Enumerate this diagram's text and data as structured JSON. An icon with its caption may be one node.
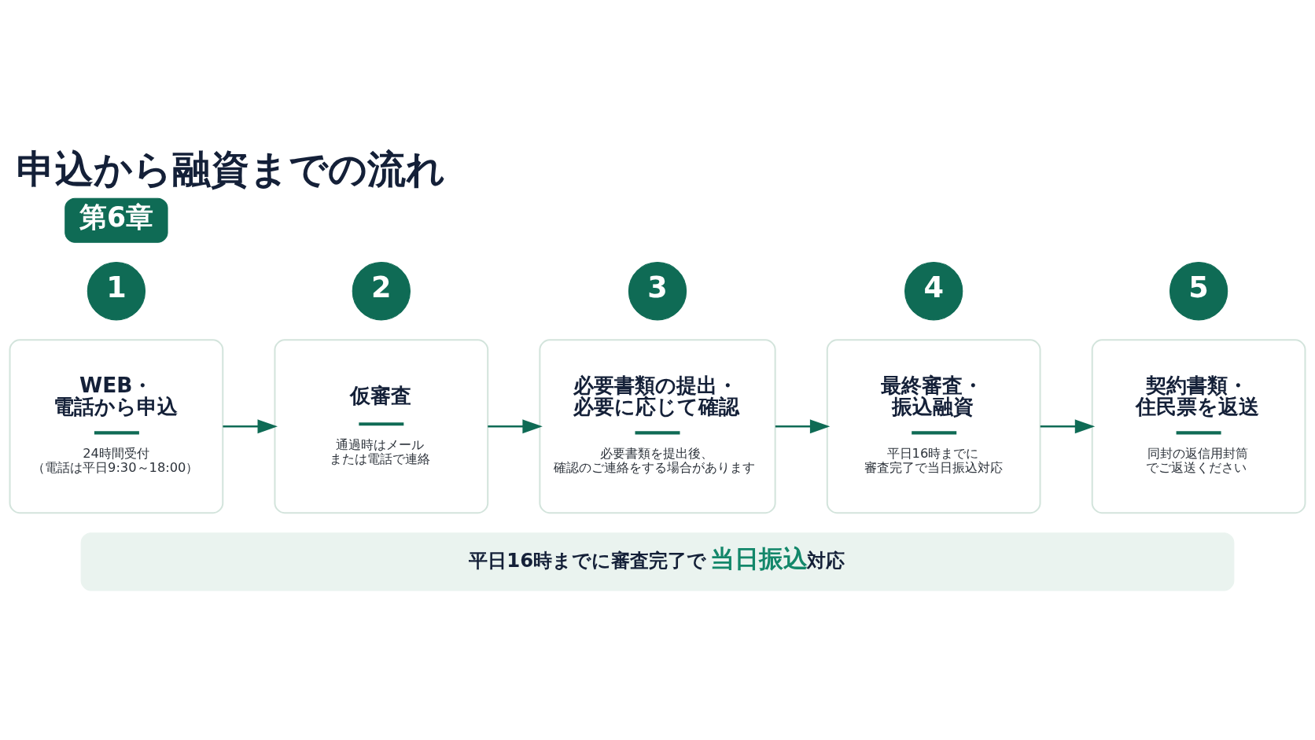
{
  "diagram": {
    "title": "申込から融資までの流れ",
    "nodes": [
      {
        "text": [
          "第6章"
        ]
      },
      {
        "text": [
          "1"
        ]
      },
      {
        "text": [
          "WEB・電話から申込",
          "24時間受付（電話は平日9:30～18:00）"
        ]
      },
      {
        "text": [
          "2"
        ]
      },
      {
        "text": [
          "仮審査",
          "通過時はメールまたは電話で連絡"
        ]
      },
      {
        "text": [
          "3"
        ]
      },
      {
        "text": [
          "必要書類の提出・必要に応じて確認",
          "必要書類を提出後、確認のご連絡をする場合があります"
        ]
      },
      {
        "text": [
          "4"
        ]
      },
      {
        "text": [
          "最終審査・振込融資",
          "平日16時までに審査完了で当日振込対応"
        ]
      },
      {
        "text": [
          "5"
        ]
      },
      {
        "text": [
          "契約書類・住民票を返送",
          "同封の返信用封筒でご返送ください"
        ]
      },
      {
        "text": [
          "平日16時までに審査完了で**当日振込**対応"
        ]
      }
    ],
    "edges": [
      {
        "from": 2,
        "to": 4,
        "arrow": "to"
      },
      {
        "from": 4,
        "to": 6,
        "arrow": "to"
      },
      {
        "from": 6,
        "to": 8,
        "arrow": "to"
      },
      {
        "from": 8,
        "to": 10,
        "arrow": "to"
      }
    ]
  }
}
